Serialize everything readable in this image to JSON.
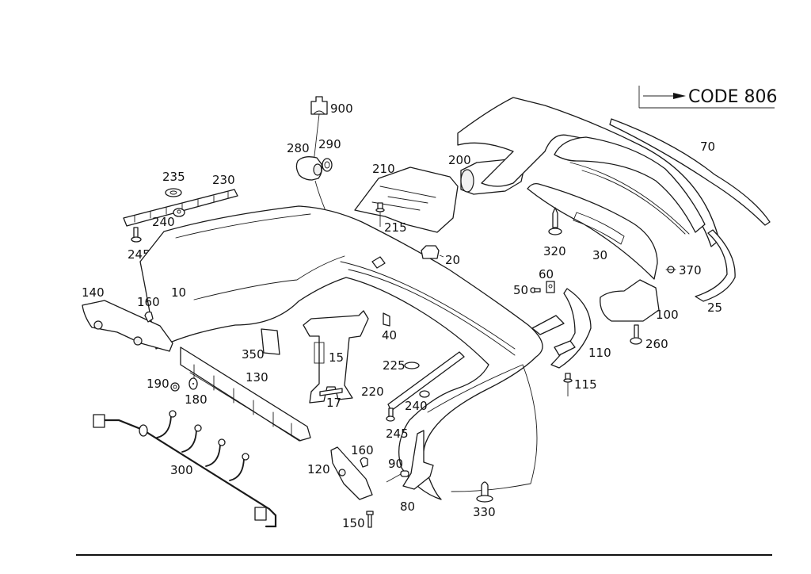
{
  "diagram": {
    "title": "Rear bumper parts explosion",
    "code_callout": "CODE 806",
    "part_labels": {
      "p10": "10",
      "p15": "15",
      "p17": "17",
      "p20": "20",
      "p25": "25",
      "p30": "30",
      "p40": "40",
      "p50": "50",
      "p60": "60",
      "p70": "70",
      "p80": "80",
      "p90": "90",
      "p100": "100",
      "p110": "110",
      "p115": "115",
      "p120": "120",
      "p130": "130",
      "p140": "140",
      "p150": "150",
      "p160a": "160",
      "p160b": "160",
      "p180": "180",
      "p190": "190",
      "p200": "200",
      "p210": "210",
      "p215": "215",
      "p220": "220",
      "p225": "225",
      "p230": "230",
      "p235": "235",
      "p240a": "240",
      "p240b": "240",
      "p245a": "245",
      "p245b": "245",
      "p260": "260",
      "p280": "280",
      "p290": "290",
      "p300": "300",
      "p320": "320",
      "p330": "330",
      "p350": "350",
      "p370": "370",
      "p900": "900"
    }
  }
}
